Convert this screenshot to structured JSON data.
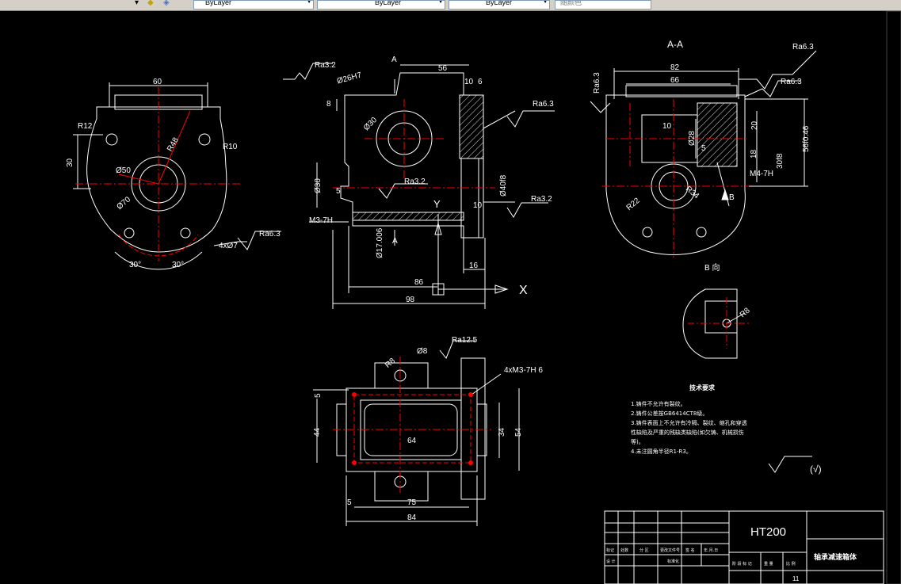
{
  "toolbar": {
    "layer_combo": "ByLayer",
    "linetype_combo": "ByLayer",
    "lineweight_combo": "ByLayer",
    "color_combo": "随颜色"
  },
  "colors": {
    "background": "#000000",
    "outline": "#ffffff",
    "centerline": "#ff0000",
    "hatch": "#ffffff"
  },
  "drawing": {
    "view_left": {
      "dim_60": "60",
      "r12": "R12",
      "r10": "R10",
      "r48": "R48",
      "dim_30": "30",
      "d50": "Ø50",
      "d70": "Ø70",
      "angle_1": "30°",
      "angle_2": "30°",
      "holes": "4xØ7",
      "ra63": "Ra6.3"
    },
    "view_section": {
      "ra32_top": "Ra3.2",
      "tol": "Ø26H7",
      "a_top": "A",
      "dim_56": "56",
      "dim_10": "10",
      "dim_6": "6",
      "dim_8": "8",
      "d30_small": "Ø30",
      "ra63": "Ra6.3",
      "d30": "Ø30",
      "dim_5": "5",
      "ra32_mid": "Ra3.2",
      "d40": "Ø40f8",
      "dim_10b": "10",
      "ra32_right": "Ra3.2",
      "m3": "M3-7H",
      "y_axis": "Y",
      "a_bottom": "A",
      "d17": "Ø17.006",
      "dim_16": "16",
      "dim_86": "86",
      "x_axis": "X",
      "dim_98": "98"
    },
    "view_aa": {
      "title": "A-A",
      "dim_82": "82",
      "ra63_a": "Ra6.3",
      "dim_66": "66",
      "ra63_b": "Ra6.3",
      "ra63_left": "Ra6.3",
      "dim_10": "10",
      "dim_20": "20",
      "d28": "Ø28",
      "dim_5": "5",
      "dim_18": "18",
      "dim_30": "30f8",
      "dim_56": "56f0.46",
      "m4": "M4-7H",
      "r22": "R22",
      "r34": "R34",
      "b_mark": "B"
    },
    "view_b": {
      "title": "B 向",
      "r8": "R8"
    },
    "view_bottom": {
      "d8": "Ø8",
      "ra125": "Ra12.5",
      "r8": "R8",
      "holes": "4xM3-7H 6",
      "dim_5": "5",
      "dim_44": "44",
      "dim_64": "64",
      "dim_34": "34",
      "dim_54": "54",
      "dim_5b": "5",
      "dim_75": "75",
      "dim_84": "84"
    },
    "notes": {
      "title": "技术要求",
      "line1": "1.铸件不允许有裂纹。",
      "line2": "2.铸件公差按GB6414CT8级。",
      "line3": "3.铸件表面上不允许有冷隔、裂纹、缩孔和穿透",
      "line4": "性缺陷及严重的残缺类缺陷(如欠铸、机械损伤",
      "line5": "等)。",
      "line6": "4.未注圆角半径R1-R3。"
    },
    "roughness_symbol": "(√)",
    "title_block": {
      "material": "HT200",
      "part_name": "轴承减速箱体",
      "r1": [
        "标记",
        "处数",
        "分 区",
        "更改文件号",
        "签 名",
        "年.月.日"
      ],
      "r2": [
        "设 计",
        "",
        "标准化"
      ],
      "r3": [
        "阶 段 标 记",
        "重 量",
        "比 例"
      ],
      "count": "11"
    }
  }
}
